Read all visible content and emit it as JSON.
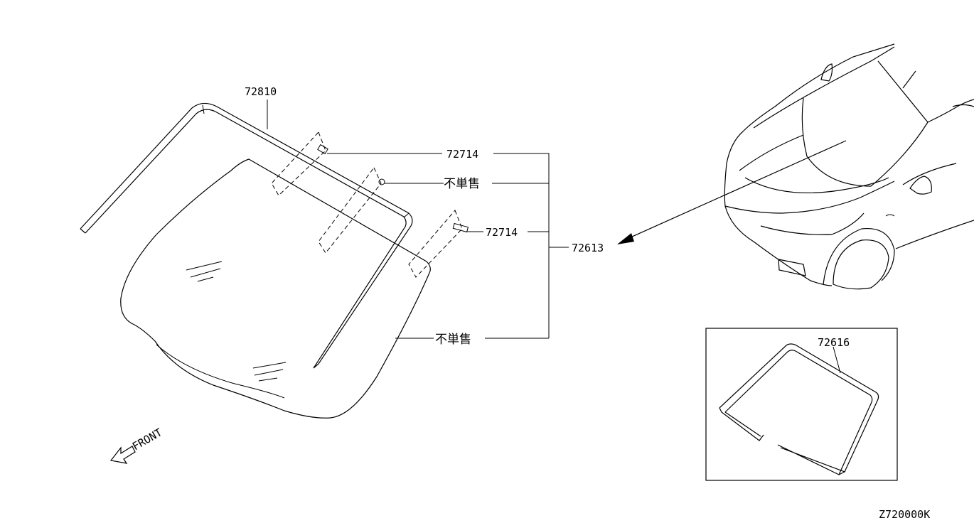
{
  "callouts": {
    "moulding": "72810",
    "clip_upper": "72714",
    "not_sold_upper": "不単售",
    "clip_lower": "72714",
    "windshield": "72613",
    "not_sold_lower": "不単售",
    "inset_seal": "72616"
  },
  "front_label": "FRONT",
  "diagram_code": "Z720000K"
}
